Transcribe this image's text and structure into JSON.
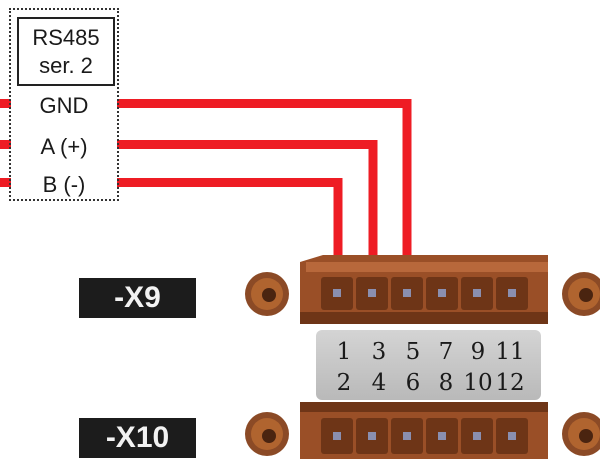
{
  "rs485": {
    "title": "RS485",
    "subtitle": "ser. 2"
  },
  "signals": [
    {
      "label": "GND",
      "terminal": 5
    },
    {
      "label": "A (+)",
      "terminal": 3
    },
    {
      "label": "B (-)",
      "terminal": 1
    }
  ],
  "connectors": {
    "x9_label": "-X9",
    "x10_label": "-X10"
  },
  "pin_numbers_top": [
    "1",
    "3",
    "5",
    "7",
    "9",
    "11"
  ],
  "pin_numbers_bottom": [
    "2",
    "4",
    "6",
    "8",
    "10",
    "12"
  ],
  "colors": {
    "wire": "#ee1c24",
    "connector_body": "#a0552e",
    "connector_dark": "#6e3517",
    "pin_square": "#8a8fb0",
    "label_bg": "#1c1c1c"
  }
}
